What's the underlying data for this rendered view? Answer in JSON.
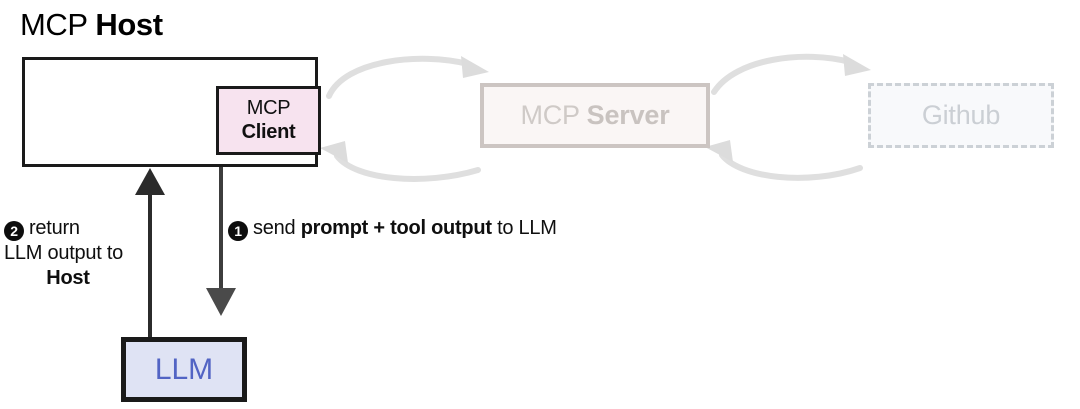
{
  "diagram": {
    "title": {
      "part_regular": "MCP ",
      "part_bold": "Host"
    },
    "nodes": {
      "host": {
        "label": "MCP Host"
      },
      "mcp_client": {
        "line1": "MCP",
        "line2": "Client",
        "fill": "#f7e3ef",
        "border": "#1a1a1a"
      },
      "mcp_server": {
        "part_regular": "MCP ",
        "part_bold": "Server",
        "fill": "#faf6f5",
        "border": "#ccc5c2",
        "text_color": "#cfcac7",
        "state": "faded"
      },
      "github": {
        "label": "Github",
        "fill": "#f8f9fb",
        "border": "#ccd1d6",
        "text_color": "#cbcfd4",
        "state": "faded-dashed"
      },
      "llm": {
        "label": "LLM",
        "fill": "#dfe3f4",
        "border": "#1a1a1a",
        "text_color": "#5264c4"
      }
    },
    "steps": [
      {
        "number": "1",
        "glyph": "1",
        "text_parts": [
          {
            "text": "send ",
            "bold": false
          },
          {
            "text": "prompt + tool output",
            "bold": true
          },
          {
            "text": " to LLM",
            "bold": false
          }
        ],
        "plain": "send prompt + tool output to LLM"
      },
      {
        "number": "2",
        "glyph": "2",
        "lines": [
          {
            "text": "return",
            "bold": false
          },
          {
            "text": "LLM output to",
            "bold": false
          },
          {
            "text": "Host",
            "bold": true
          }
        ],
        "plain": "return LLM output to Host"
      }
    ],
    "connectors": {
      "client_to_server": {
        "style": "curved-arrow",
        "color": "#dddddd",
        "direction": "right"
      },
      "server_to_client": {
        "style": "curved-arrow",
        "color": "#dddddd",
        "direction": "left"
      },
      "server_to_github": {
        "style": "curved-arrow",
        "color": "#dddddd",
        "direction": "right"
      },
      "github_to_server": {
        "style": "curved-arrow",
        "color": "#dddddd",
        "direction": "left"
      },
      "client_to_llm": {
        "style": "straight-arrow",
        "color": "#4a4a4a",
        "direction": "down"
      },
      "llm_to_host": {
        "style": "straight-arrow",
        "color": "#2b2b2b",
        "direction": "up"
      }
    }
  }
}
